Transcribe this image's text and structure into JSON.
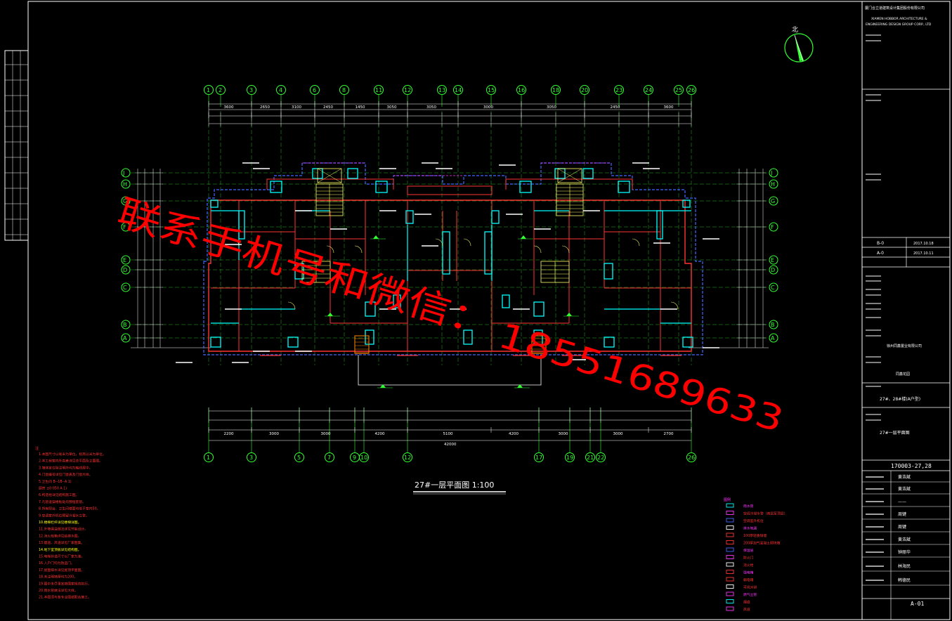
{
  "drawing": {
    "title": "27#一层平面图 1:100",
    "watermark_line1": "联系手机号和微信：",
    "watermark_line2": "18551689633",
    "north_label": "北"
  },
  "top_axes": [
    "1",
    "2",
    "3",
    "4",
    "6",
    "8",
    "11",
    "12",
    "13",
    "14",
    "15",
    "16",
    "18",
    "20",
    "23",
    "24",
    "25",
    "26"
  ],
  "bottom_axes": [
    "1",
    "3",
    "5",
    "7",
    "9",
    "10",
    "12",
    "17",
    "19",
    "21",
    "22",
    "26"
  ],
  "side_axes": [
    "J",
    "H",
    "G",
    "F",
    "E",
    "D",
    "C",
    "B",
    "A"
  ],
  "top_dims": [
    "3600",
    "2650",
    "3100",
    "2450",
    "1450",
    "3050",
    "3050",
    "3000",
    "3050",
    "2450",
    "3600"
  ],
  "bottom_dims": [
    "2200",
    "3000",
    "3000",
    "4200",
    "5100",
    "4200",
    "3000",
    "3000",
    "2700"
  ],
  "overall_dim": "42000",
  "title_block": {
    "company_cn": "厦门合立道建筑设计集团股份有限公司",
    "company_en_1": "XIAMEN HOBBOR ARCHITECTURE &",
    "company_en_2": "ENGINEERING DESIGN GROUP CORP., LTD",
    "rev_b": "B-0",
    "rev_b_date": "2017.10.18",
    "rev_a": "A-0",
    "rev_a_date": "2017.10.11",
    "owner": "徐州同鑫置业有限公司",
    "project": "同鑫花园",
    "building": "27#、28#楼(A户型)",
    "sheet_title": "27#一层平面图",
    "drawing_no": "170003-27,28",
    "sheet_no": "A-01",
    "names": [
      "黄浩斌",
      "黄浩斌",
      "——",
      "周键",
      "周键",
      "黄浩斌",
      "钟丽华",
      "林海民",
      "韩德民"
    ]
  },
  "notes_title": "注",
  "notes": [
    "1.本图尺寸以毫米为单位，标高以米为单位。",
    "2.本工程室内外高差详见总平面及立面图。",
    "3.墙体定位除注明外均为轴线居中。",
    "4.门窗编号详见门窗表及门窗大样。",
    "5.卫生间    B--1B--A 1)",
    "   厨房    ±0.050    A 1)",
    "6.构造柱详见结构施工图。",
    "7.凡管道穿楼板处均预埋套管。",
    "8.所有阳台、卫生间楼面均低于室内50。",
    "9.空调室外机位预留冷凝水立管。",
    "10.楼梯栏杆详见楼梯详图。",
    "11.外墙保温做法详见节能设计。",
    "12.消火栓箱详见给排水图。",
    "13.烟道、风道详见厂家图集。",
    "14.地下室顶板详见结构图。",
    "15.电梯井道尺寸以厂家为准。",
    "16.入户门均为防盗门。",
    "17.屋面排水详见屋顶平面图。",
    "18.未注明墙厚均为200。",
    "19.图中未尽事宜按国家规范执行。",
    "20.雨水管做法详见大样。",
    "21.本图须与各专业图纸配合施工。"
  ],
  "legend_title": "图例",
  "legend": [
    "雨水管",
    "空调冷凝水管（首层至顶层）",
    "空调室外机位",
    "排水地漏",
    "100厚轻质隔墙",
    "200厚加气混凝土砌块墙",
    "保温层",
    "防火门",
    "消火栓",
    "强电箱",
    "弱电箱",
    "可视对讲",
    "燃气立管",
    "烟道",
    "风道"
  ],
  "colors": {
    "axis": "#33ff33",
    "wall": "#ff3333",
    "column": "#00ffff",
    "dim": "#ffffff",
    "text_yellow": "#ffff00",
    "magenta": "#ff33ff",
    "blue": "#4466ff",
    "watermark": "#ff0000",
    "stair": "#ffff66",
    "orange": "#ff8800"
  }
}
